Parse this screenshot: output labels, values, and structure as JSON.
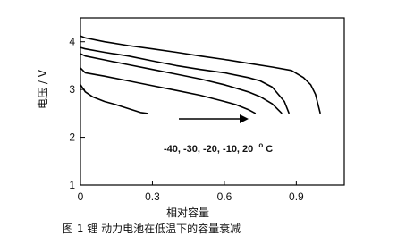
{
  "chart_data": {
    "type": "line",
    "title": "",
    "xlabel": "相对容量",
    "ylabel": "电压 / V",
    "xlim": [
      0,
      1.1
    ],
    "ylim": [
      1,
      4.5
    ],
    "x_ticks": [
      "0",
      "0.3",
      "0.6",
      "0.9"
    ],
    "y_ticks": [
      "1",
      "2",
      "3",
      "4"
    ],
    "grid": false,
    "annotation": {
      "arrow_text": "-40, -30, -20, -10, 20",
      "superscript": "o",
      "unit": "C"
    },
    "series": [
      {
        "x": [
          0,
          0.02,
          0.05,
          0.1,
          0.15,
          0.2,
          0.25,
          0.28
        ],
        "y": [
          3.1,
          2.95,
          2.85,
          2.75,
          2.68,
          2.6,
          2.52,
          2.5
        ]
      },
      {
        "x": [
          0,
          0.02,
          0.1,
          0.2,
          0.3,
          0.4,
          0.5,
          0.6,
          0.65,
          0.7,
          0.73
        ],
        "y": [
          3.45,
          3.35,
          3.28,
          3.18,
          3.08,
          2.98,
          2.88,
          2.75,
          2.68,
          2.58,
          2.5
        ]
      },
      {
        "x": [
          0,
          0.02,
          0.1,
          0.2,
          0.3,
          0.4,
          0.5,
          0.6,
          0.7,
          0.75,
          0.8,
          0.84
        ],
        "y": [
          3.75,
          3.7,
          3.62,
          3.52,
          3.42,
          3.32,
          3.22,
          3.1,
          2.95,
          2.85,
          2.7,
          2.5
        ]
      },
      {
        "x": [
          0,
          0.02,
          0.1,
          0.2,
          0.3,
          0.4,
          0.5,
          0.6,
          0.7,
          0.75,
          0.8,
          0.85,
          0.87
        ],
        "y": [
          3.88,
          3.85,
          3.78,
          3.7,
          3.6,
          3.5,
          3.42,
          3.35,
          3.25,
          3.18,
          3.05,
          2.75,
          2.5
        ]
      },
      {
        "x": [
          0,
          0.02,
          0.1,
          0.2,
          0.3,
          0.4,
          0.5,
          0.6,
          0.7,
          0.8,
          0.88,
          0.93,
          0.96,
          0.98,
          0.99,
          1.0
        ],
        "y": [
          4.12,
          4.08,
          4.0,
          3.92,
          3.85,
          3.78,
          3.7,
          3.63,
          3.55,
          3.47,
          3.4,
          3.25,
          3.1,
          2.9,
          2.7,
          2.5
        ]
      }
    ]
  },
  "caption": {
    "figure_label": "图 1",
    "text": "锂 动力电池在低温下的容量衰减"
  }
}
